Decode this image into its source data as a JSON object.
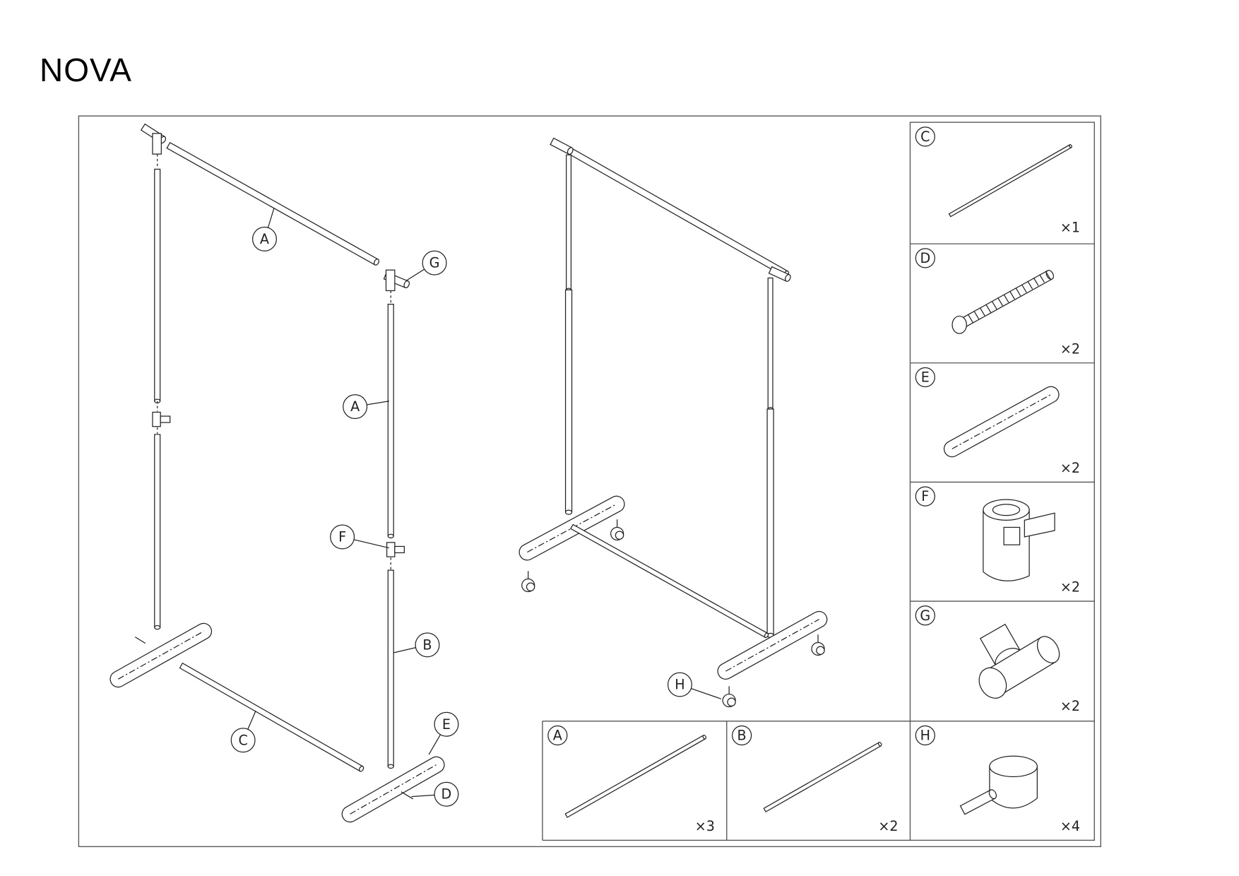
{
  "title": "NOVA",
  "exploded_view": {
    "callouts": [
      "A",
      "G",
      "A",
      "F",
      "B",
      "C",
      "E",
      "D"
    ]
  },
  "assembled_view": {
    "callouts": [
      "H"
    ]
  },
  "parts": [
    {
      "letter": "C",
      "qty": "×1"
    },
    {
      "letter": "D",
      "qty": "×2"
    },
    {
      "letter": "E",
      "qty": "×2"
    },
    {
      "letter": "F",
      "qty": "×2"
    },
    {
      "letter": "G",
      "qty": "×2"
    },
    {
      "letter": "A",
      "qty": "×3"
    },
    {
      "letter": "B",
      "qty": "×2"
    },
    {
      "letter": "H",
      "qty": "×4"
    }
  ]
}
